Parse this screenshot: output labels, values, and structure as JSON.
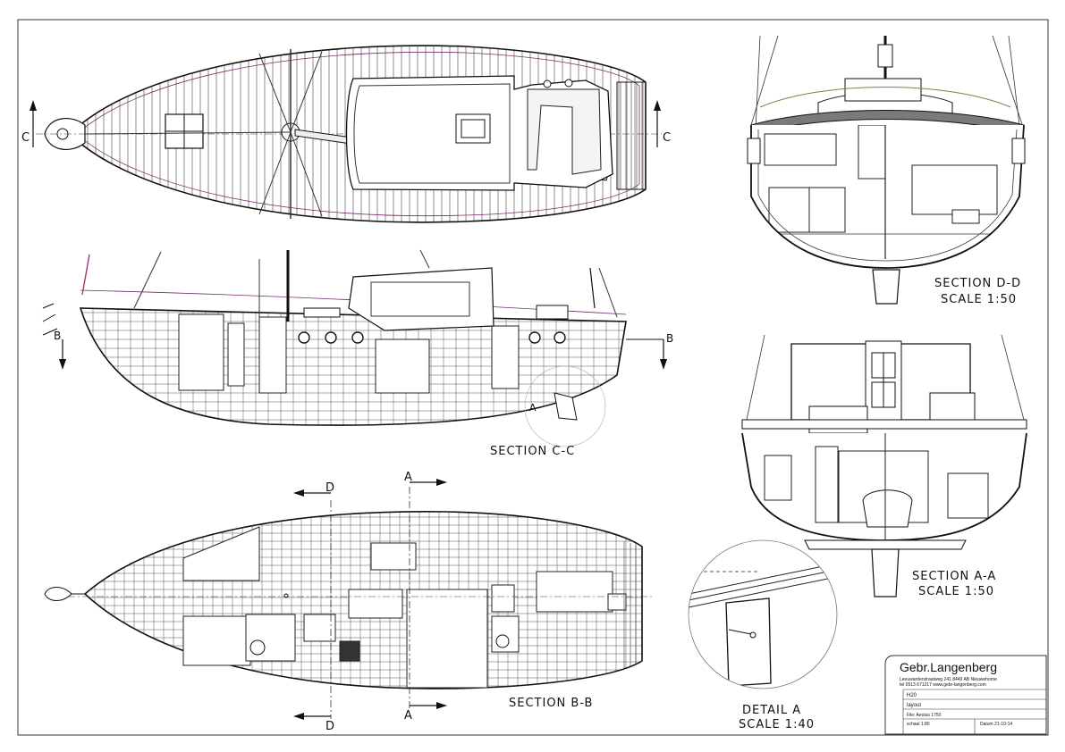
{
  "sections": {
    "cc": "SECTION C-C",
    "bb": "SECTION B-B",
    "dd": "SECTION D-D",
    "dd_scale": "SCALE 1:50",
    "aa": "SECTION A-A",
    "aa_scale": "SCALE 1:50",
    "detail": "DETAIL A",
    "detail_scale": "SCALE 1:40"
  },
  "markers": {
    "c": "C",
    "b": "B",
    "d": "D",
    "a": "A"
  },
  "title_block": {
    "company": "Gebr.Langenberg",
    "address": "Leeuwarderstraatweg 241  8449 AB Nieuwehorne",
    "contact": "tel 0513 671217   www.gebr-langenberg.com",
    "project": "H20",
    "drawing": "layout",
    "file": "File: Aeolus 1750",
    "scale": "schaal 1:80",
    "date": "Datum 21-10-14"
  }
}
